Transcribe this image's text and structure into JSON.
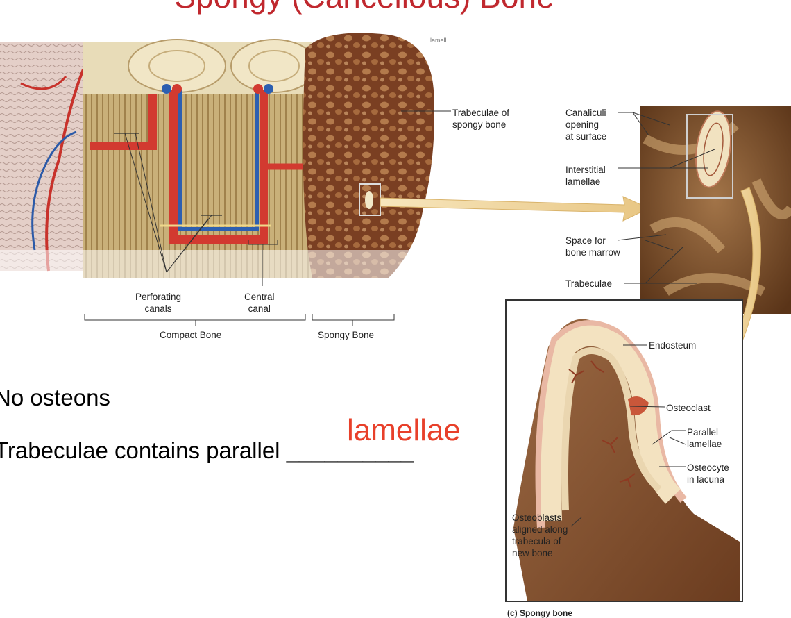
{
  "slide": {
    "title": "Spongy (Cancellous) Bone",
    "bullets": [
      "No osteons",
      "Trabeculae contains parallel"
    ],
    "blank": "__________",
    "answer": "lamellae"
  },
  "diagram": {
    "overview_labels": {
      "lamellae_fragment": "lamell",
      "trabeculae_of_spongy_bone": "Trabeculae of\nspongy bone",
      "perforating_canals": "Perforating\ncanals",
      "central_canal": "Central\ncanal",
      "compact_bone": "Compact Bone",
      "spongy_bone": "Spongy Bone"
    },
    "detail_labels": {
      "canaliculi": "Canaliculi\nopening\nat surface",
      "interstitial_lamellae": "Interstitial\nlamellae",
      "space_for_bone_marrow": "Space for\nbone marrow",
      "trabeculae": "Trabeculae"
    },
    "trabecula_labels": {
      "endosteum": "Endosteum",
      "osteoclast": "Osteoclast",
      "parallel_lamellae": "Parallel\nlamellae",
      "osteocyte_in_lacuna": "Osteocyte\nin lacuna",
      "osteoblasts": "Osteoblasts\naligned along\ntrabecula of\nnew bone"
    },
    "caption": "(c) Spongy bone"
  }
}
